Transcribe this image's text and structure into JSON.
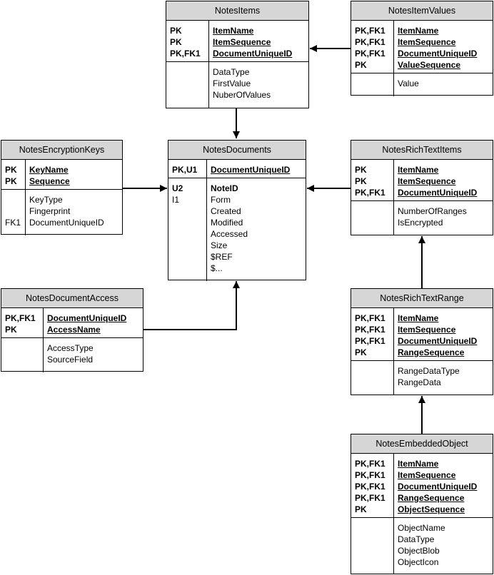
{
  "entities": {
    "notesitems": {
      "title": "NotesItems",
      "key_labels": [
        "PK",
        "PK",
        "PK,FK1"
      ],
      "key_fields": [
        "ItemName",
        "ItemSequence",
        "DocumentUniqueID"
      ],
      "attr_labels": [
        "",
        "",
        ""
      ],
      "attr_fields": [
        "DataType",
        "FirstValue",
        "NuberOfValues"
      ]
    },
    "notesitemvalues": {
      "title": "NotesItemValues",
      "key_labels": [
        "PK,FK1",
        "PK,FK1",
        "PK,FK1",
        "PK"
      ],
      "key_fields": [
        "ItemName",
        "ItemSequence",
        "DocumentUniqueID",
        "ValueSequence"
      ],
      "attr_labels": [
        ""
      ],
      "attr_fields": [
        "Value"
      ]
    },
    "notesencryptionkeys": {
      "title": "NotesEncryptionKeys",
      "key_labels": [
        "PK",
        "PK"
      ],
      "key_fields": [
        "KeyName",
        "Sequence"
      ],
      "attr_labels": [
        "",
        "",
        "FK1"
      ],
      "attr_fields": [
        "KeyType",
        "Fingerprint",
        "DocumentUniqueID"
      ]
    },
    "notesdocuments": {
      "title": "NotesDocuments",
      "key_labels": [
        "PK,U1"
      ],
      "key_fields": [
        "DocumentUniqueID"
      ],
      "attr_labels": [
        "U2",
        "I1",
        "",
        "",
        "",
        "",
        "",
        ""
      ],
      "attr_fields": [
        "NoteID",
        "Form",
        "Created",
        "Modified",
        "Accessed",
        "Size",
        "$REF",
        "$..."
      ]
    },
    "notesrichtextitems": {
      "title": "NotesRichTextItems",
      "key_labels": [
        "PK",
        "PK",
        "PK,FK1"
      ],
      "key_fields": [
        "ItemName",
        "ItemSequence",
        "DocumentUniqueID"
      ],
      "attr_labels": [
        "",
        ""
      ],
      "attr_fields": [
        "NumberOfRanges",
        "IsEncrypted"
      ]
    },
    "notesdocumentaccess": {
      "title": "NotesDocumentAccess",
      "key_labels": [
        "PK,FK1",
        "PK"
      ],
      "key_fields": [
        "DocumentUniqueID",
        "AccessName"
      ],
      "attr_labels": [
        "",
        ""
      ],
      "attr_fields": [
        "AccessType",
        "SourceField"
      ]
    },
    "notesrichtextrange": {
      "title": "NotesRichTextRange",
      "key_labels": [
        "PK,FK1",
        "PK,FK1",
        "PK,FK1",
        "PK"
      ],
      "key_fields": [
        "ItemName",
        "ItemSequence",
        "DocumentUniqueID",
        "RangeSequence"
      ],
      "attr_labels": [
        "",
        ""
      ],
      "attr_fields": [
        "RangeDataType",
        "RangeData"
      ]
    },
    "notesembeddedobject": {
      "title": "NotesEmbeddedObject",
      "key_labels": [
        "PK,FK1",
        "PK,FK1",
        "PK,FK1",
        "PK,FK1",
        "PK"
      ],
      "key_fields": [
        "ItemName",
        "ItemSequence",
        "DocumentUniqueID",
        "RangeSequence",
        "ObjectSequence"
      ],
      "attr_labels": [
        "",
        "",
        "",
        ""
      ],
      "attr_fields": [
        "ObjectName",
        "DataType",
        "ObjectBlob",
        "ObjectIcon"
      ]
    }
  }
}
